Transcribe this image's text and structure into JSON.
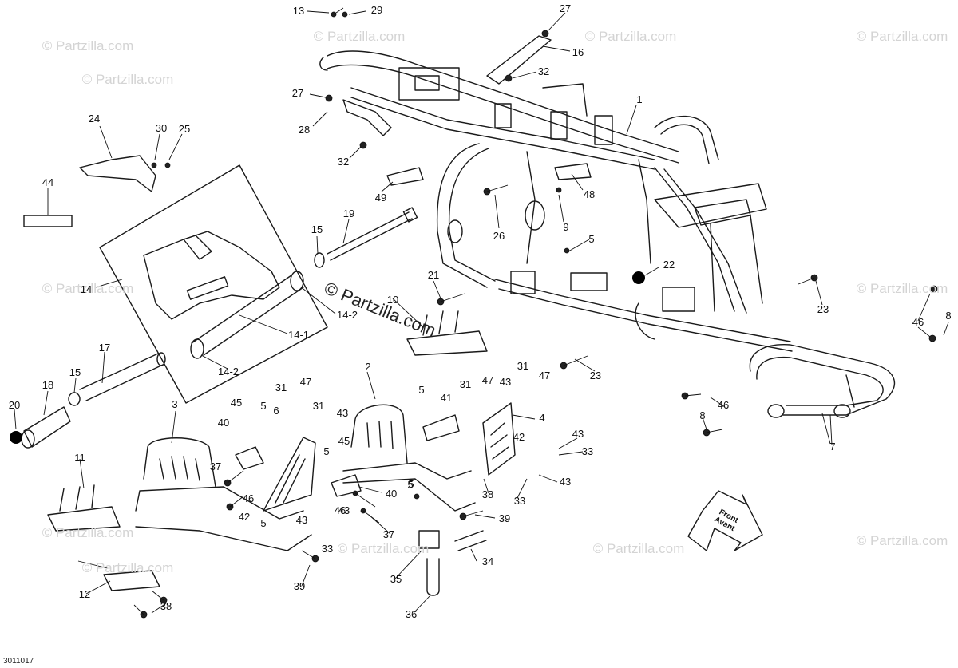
{
  "watermark": {
    "text": "© Partzilla.com",
    "center_text": "© Partzilla.com"
  },
  "reference_number": "3011017",
  "front_arrow": {
    "line1": "Front",
    "line2": "Avant"
  },
  "callouts": [
    "13",
    "29",
    "27",
    "16",
    "32",
    "1",
    "27",
    "28",
    "32",
    "24",
    "30",
    "25",
    "44",
    "49",
    "48",
    "19",
    "15",
    "26",
    "9",
    "5",
    "14",
    "22",
    "21",
    "14-2",
    "10",
    "23",
    "14-1",
    "14-2",
    "46",
    "8",
    "17",
    "20",
    "18",
    "15",
    "23",
    "31",
    "47",
    "2",
    "5",
    "41",
    "31",
    "47",
    "43",
    "31",
    "47",
    "3",
    "45",
    "6",
    "31",
    "43",
    "4",
    "42",
    "43",
    "40",
    "5",
    "33",
    "45",
    "5",
    "37",
    "40",
    "38",
    "43",
    "5",
    "46",
    "43",
    "39",
    "42",
    "5",
    "43",
    "37",
    "33",
    "11",
    "46",
    "33",
    "5",
    "34",
    "35",
    "12",
    "39",
    "38",
    "36",
    "7",
    "8",
    "46"
  ],
  "colors": {
    "line": "#1a1a1a",
    "watermark": "#d4d4d4",
    "background": "#ffffff"
  }
}
